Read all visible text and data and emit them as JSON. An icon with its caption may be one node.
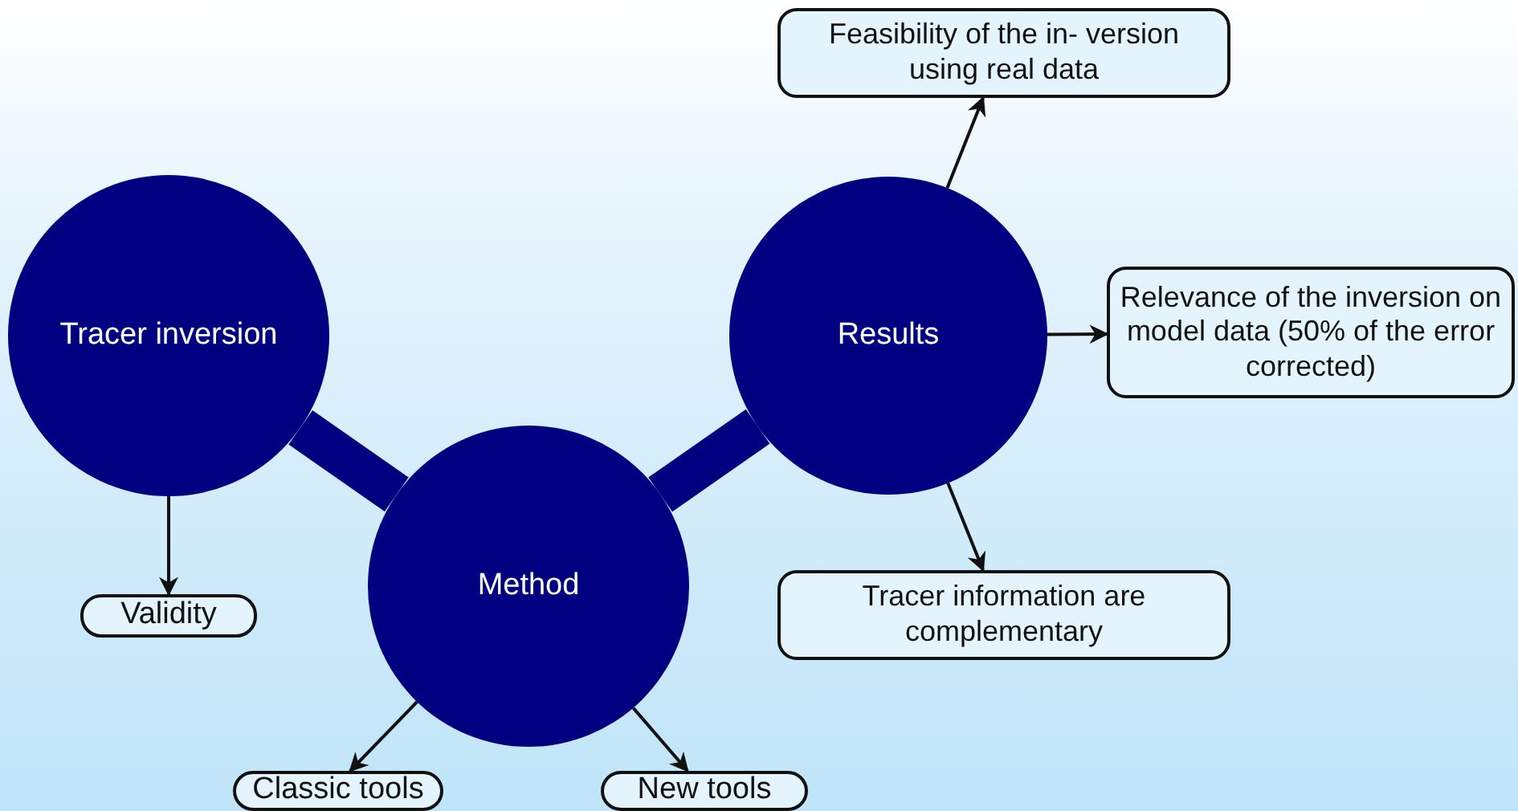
{
  "diagram": {
    "nodes": [
      {
        "text": [
          "Tracer inversion"
        ]
      },
      {
        "text": [
          "Method"
        ]
      },
      {
        "text": [
          "Results"
        ]
      },
      {
        "text": [
          "Validity"
        ]
      },
      {
        "text": [
          "Classic tools"
        ]
      },
      {
        "text": [
          "New tools"
        ]
      },
      {
        "text": [
          "Feasibility of the in- version using real data"
        ]
      },
      {
        "text": [
          "Relevance of the inversion on model data (50% of the error corrected)"
        ]
      },
      {
        "text": [
          "Tracer information are complementary"
        ]
      }
    ],
    "edges": [
      {
        "from": 0,
        "to": 1,
        "arrow": "none",
        "style": "thick",
        "color": "#000080"
      },
      {
        "from": 1,
        "to": 2,
        "arrow": "none",
        "style": "thick",
        "color": "#000080"
      },
      {
        "from": 0,
        "to": 3,
        "arrow": "to"
      },
      {
        "from": 1,
        "to": 4,
        "arrow": "to"
      },
      {
        "from": 1,
        "to": 5,
        "arrow": "to"
      },
      {
        "from": 2,
        "to": 6,
        "arrow": "to"
      },
      {
        "from": 2,
        "to": 7,
        "arrow": "to"
      },
      {
        "from": 2,
        "to": 8,
        "arrow": "to"
      }
    ]
  }
}
